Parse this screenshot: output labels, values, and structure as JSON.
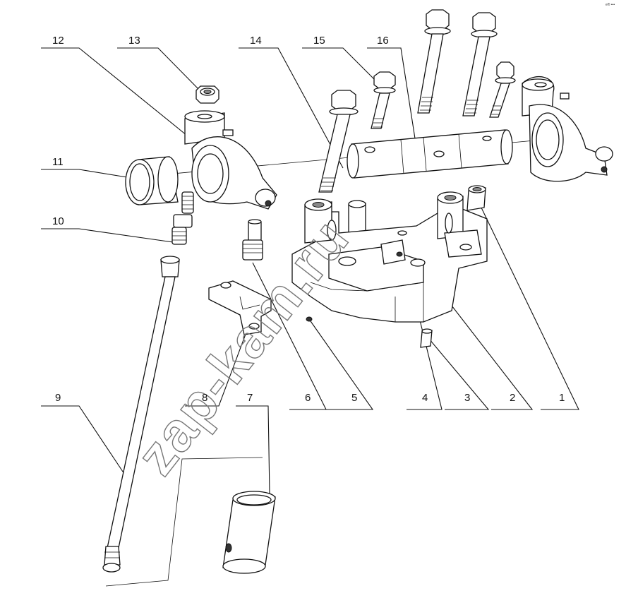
{
  "corner_mark": "e® •••",
  "watermark": "zap-kam.ru",
  "callouts": [
    {
      "id": "1",
      "label": "1"
    },
    {
      "id": "2",
      "label": "2"
    },
    {
      "id": "3",
      "label": "3"
    },
    {
      "id": "4",
      "label": "4"
    },
    {
      "id": "5",
      "label": "5"
    },
    {
      "id": "6",
      "label": "6"
    },
    {
      "id": "7",
      "label": "7"
    },
    {
      "id": "8",
      "label": "8"
    },
    {
      "id": "9",
      "label": "9"
    },
    {
      "id": "10",
      "label": "10"
    },
    {
      "id": "11",
      "label": "11"
    },
    {
      "id": "12",
      "label": "12"
    },
    {
      "id": "13",
      "label": "13"
    },
    {
      "id": "14",
      "label": "14"
    },
    {
      "id": "15",
      "label": "15"
    },
    {
      "id": "16",
      "label": "16"
    }
  ]
}
